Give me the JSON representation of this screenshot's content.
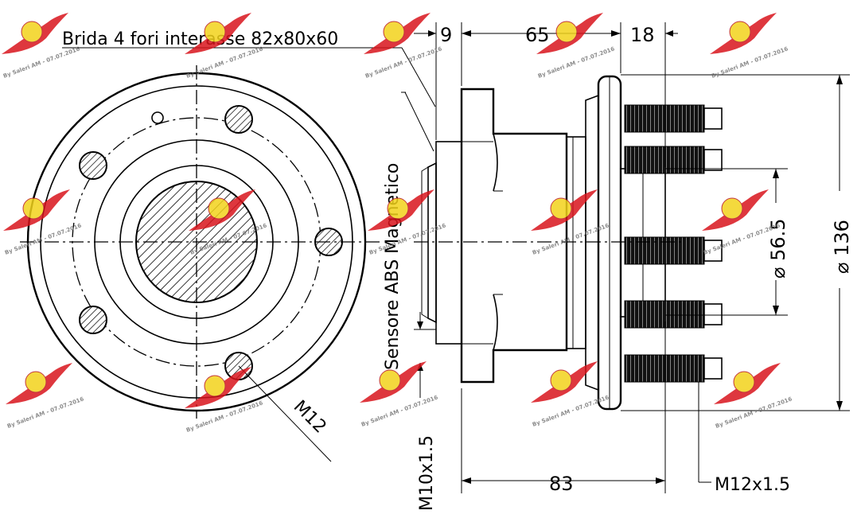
{
  "drawing": {
    "flange_note": "Brida 4 fori interasse 82x80x60",
    "sensor_note": "Sensore ABS Magnetico",
    "bolt_label": "M12",
    "sensor_thread": "M10x1.5",
    "stud_thread": "M12x1.5",
    "dims": {
      "d9": "9",
      "d65": "65",
      "d18": "18",
      "d83": "83",
      "dia56_5": "⌀ 56.5",
      "dia136": "⌀ 136"
    }
  },
  "watermark": {
    "text": "By Saleri AM - 07.07.2016",
    "color_red": "#d8141c",
    "color_yellow": "#f2d21a"
  }
}
